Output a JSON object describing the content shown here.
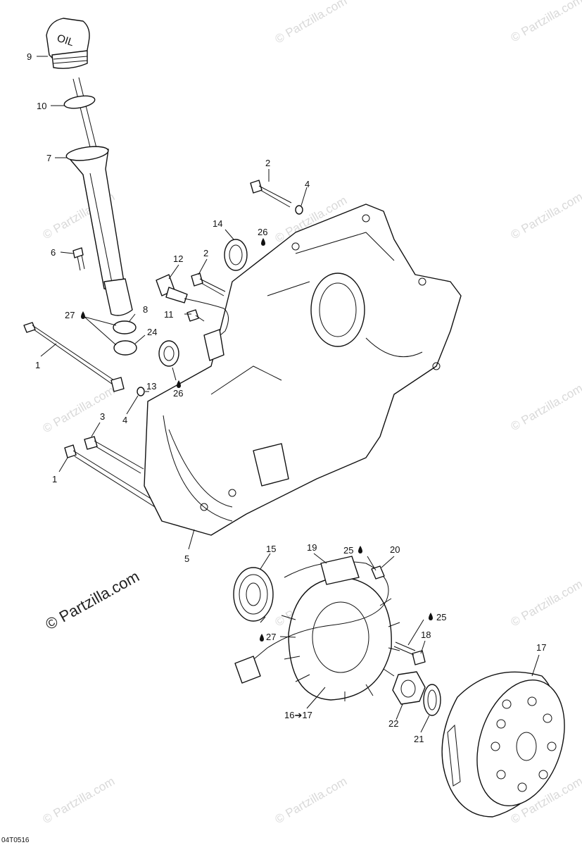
{
  "watermark": {
    "text": "© Partzilla.com"
  },
  "copyright_text": "© Partzilla.com",
  "diagram_code": "04T0516",
  "oil_cap_text": "OIL",
  "callouts": {
    "c9": "9",
    "c10": "10",
    "c7": "7",
    "c6": "6",
    "c27a": "27",
    "c8": "8",
    "c24": "24",
    "c1a": "1",
    "c12": "12",
    "c2a": "2",
    "c14": "14",
    "c26a": "26",
    "c2b": "2",
    "c4a": "4",
    "c11": "11",
    "c13": "13",
    "c26b": "26",
    "c4b": "4",
    "c3": "3",
    "c1b": "1",
    "c5": "5",
    "c15": "15",
    "c19": "19",
    "c25a": "25",
    "c20": "20",
    "c25b": "25",
    "c27b": "27",
    "c18": "18",
    "c17": "17",
    "c16": "16➔17",
    "c22": "22",
    "c21": "21"
  }
}
